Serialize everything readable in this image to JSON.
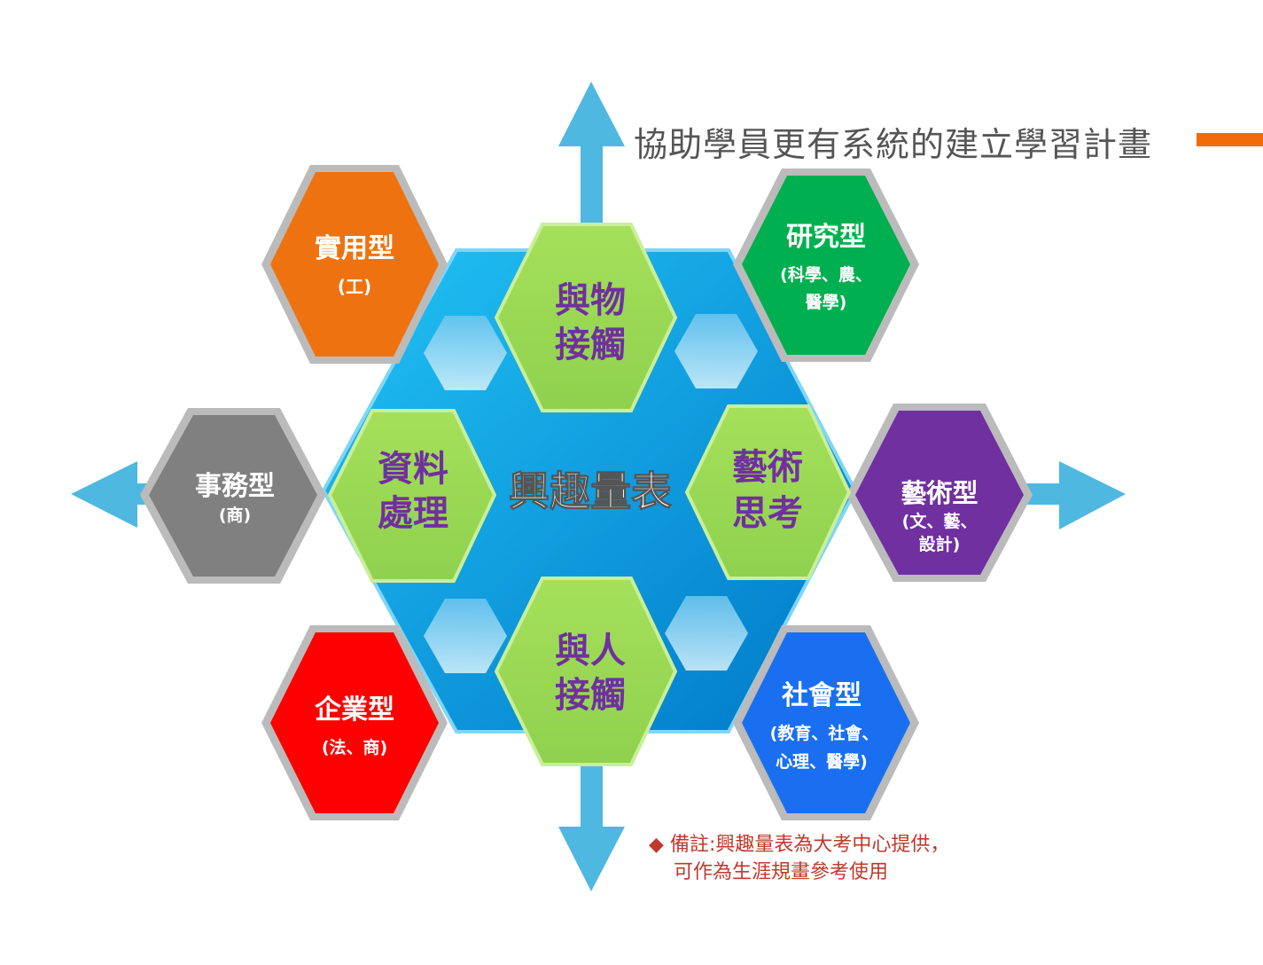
{
  "title": "協助學員更有系統的建立學習計畫",
  "center": "興趣量表",
  "inner": [
    {
      "line1": "與物",
      "line2": "接觸"
    },
    {
      "line1": "資料",
      "line2": "處理"
    },
    {
      "line1": "藝術",
      "line2": "思考"
    },
    {
      "line1": "與人",
      "line2": "接觸"
    }
  ],
  "outer": [
    {
      "name": "實用型",
      "sub1": "(工)",
      "sub2": "",
      "color": "#ee7310"
    },
    {
      "name": "研究型",
      "sub1": "(科學、農、",
      "sub2": "醫學)",
      "color": "#00b050"
    },
    {
      "name": "事務型",
      "sub1": "(商)",
      "sub2": "",
      "color": "#808080"
    },
    {
      "name": "藝術型",
      "sub1": "(文、藝、",
      "sub2": "設計)",
      "color": "#7030a0"
    },
    {
      "name": "企業型",
      "sub1": "(法、商)",
      "sub2": "",
      "color": "#ff0000"
    },
    {
      "name": "社會型",
      "sub1": "(教育、社會、",
      "sub2": "心理、醫學)",
      "color": "#1a6ff0"
    }
  ],
  "note": {
    "line1": "備註:興趣量表為大考中心提供，",
    "line2": "可作為生涯規畫參考使用"
  }
}
